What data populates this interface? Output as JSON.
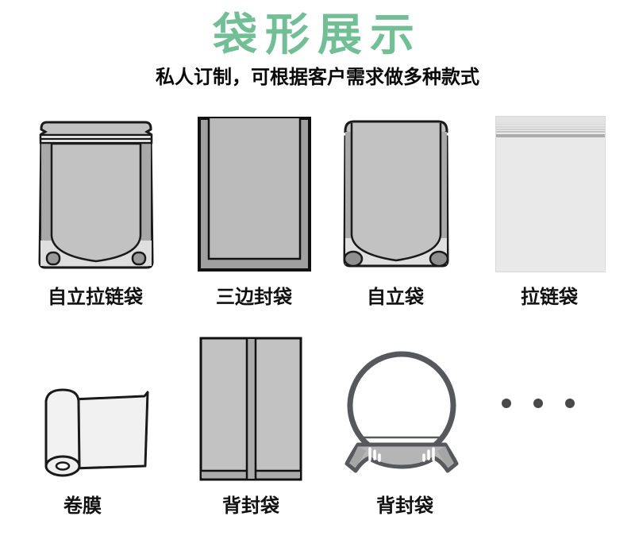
{
  "page": {
    "title": "袋形展示",
    "subtitle": "私人订制，可根据客户需求做多种款式"
  },
  "items": [
    {
      "label": "自立拉链袋",
      "icon": "standup-zipper-bag-icon"
    },
    {
      "label": "三边封袋",
      "icon": "three-side-seal-bag-icon"
    },
    {
      "label": "自立袋",
      "icon": "standup-bag-icon"
    },
    {
      "label": "拉链袋",
      "icon": "ziplock-bag-icon"
    },
    {
      "label": "卷膜",
      "icon": "roll-film-icon"
    },
    {
      "label": "背封袋",
      "icon": "back-seal-bag-icon"
    },
    {
      "label": "背封袋",
      "icon": "round-back-seal-bag-icon"
    },
    {
      "label": "",
      "icon": "more-dots-icon"
    }
  ],
  "colors": {
    "accent_green": "#72BE95",
    "text_black": "#111111",
    "bag_fill": "#C2C2C2",
    "bag_margin": "#A8A8A8",
    "bag_gusset": "#DEDEDE",
    "bag_outline": "#1A1A1A",
    "ziplock_fill": "#E9E9E9",
    "round_bag_stroke": "#57585C",
    "round_bag_seal": "#B5B5B5",
    "dots": "#4A4A4A"
  }
}
